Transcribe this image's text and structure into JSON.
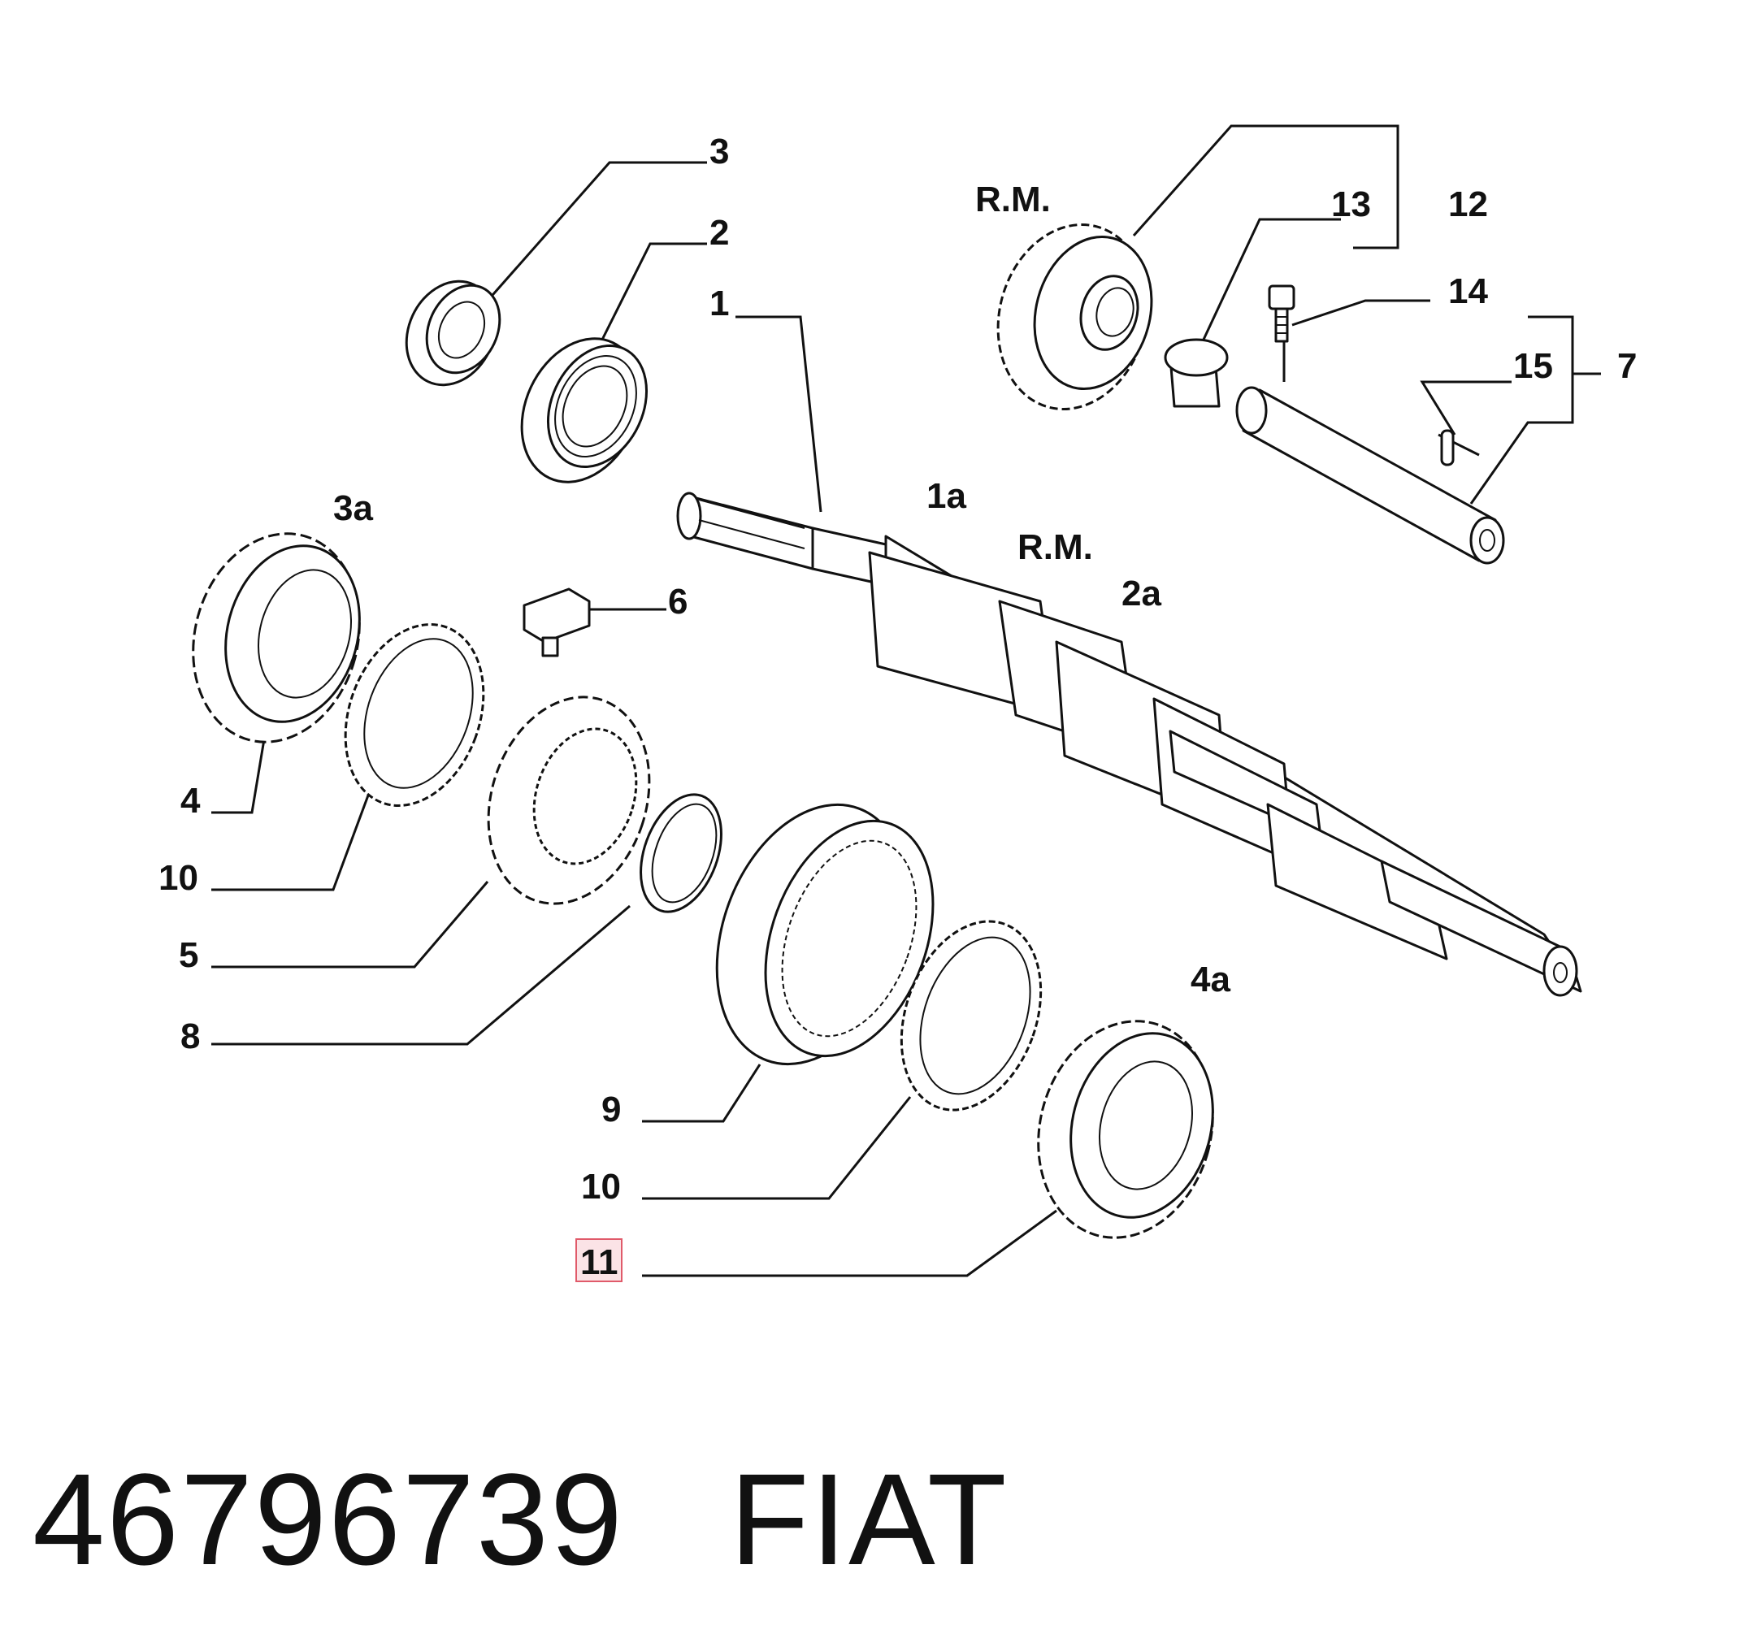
{
  "callouts": {
    "c1": "1",
    "c1a": "1a",
    "c2": "2",
    "c2a": "2a",
    "c3": "3",
    "c3a": "3a",
    "c4": "4",
    "c4a": "4a",
    "c5": "5",
    "c6": "6",
    "c7": "7",
    "c8": "8",
    "c9": "9",
    "c10_left": "10",
    "c10_bottom": "10",
    "c11": "11",
    "c12": "12",
    "c13": "13",
    "c14": "14",
    "c15": "15",
    "rm_top": "R.M.",
    "rm_shaft": "R.M."
  },
  "highlight": {
    "callout": "11",
    "color": "#e05a6a",
    "fill": "#fbe3e6"
  },
  "footer": {
    "part_number": "46796739",
    "brand": "FIAT"
  }
}
